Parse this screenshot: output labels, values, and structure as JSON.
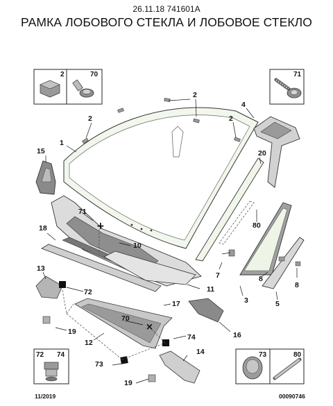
{
  "header": {
    "code": "26.11.18 741601A",
    "title": "РАМКА ЛОБОВОГО СТЕКЛА И ЛОБОВОЕ СТЕКЛО"
  },
  "insets": {
    "top_left": {
      "left_num": "2",
      "right_num": "70"
    },
    "top_right": {
      "num": "71"
    },
    "bottom_left": {
      "left_num": "72",
      "right_num": "74"
    },
    "bottom_right": {
      "left_num": "73",
      "right_num": "80"
    }
  },
  "callouts": {
    "c1": "1",
    "c2a": "2",
    "c2b": "2",
    "c2c": "2",
    "c3": "3",
    "c4": "4",
    "c5": "5",
    "c7": "7",
    "c8a": "8",
    "c8b": "8",
    "c10": "10",
    "c11": "11",
    "c12": "12",
    "c13": "13",
    "c14": "14",
    "c15": "15",
    "c16": "16",
    "c17": "17",
    "c18": "18",
    "c19a": "19",
    "c19b": "19",
    "c20": "20",
    "c70": "70",
    "c71": "71",
    "c72": "72",
    "c73": "73",
    "c74": "74",
    "c80": "80"
  },
  "footer": {
    "date": "11/2019",
    "ref": "00090746"
  }
}
